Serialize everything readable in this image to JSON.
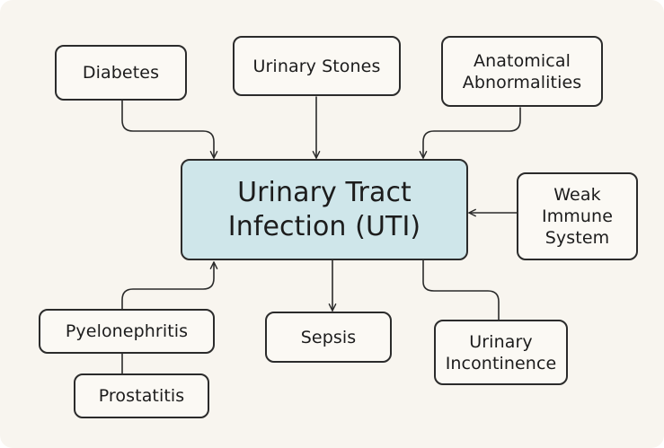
{
  "diagram": {
    "center": {
      "label": "Urinary Tract\nInfection (UTI)"
    },
    "causes": {
      "diabetes": "Diabetes",
      "urinary_stones": "Urinary Stones",
      "anatomical_abnormalities": "Anatomical\nAbnormalities",
      "weak_immune_system": "Weak\nImmune\nSystem"
    },
    "complications": {
      "pyelonephritis": "Pyelonephritis",
      "prostatitis": "Prostatitis",
      "sepsis": "Sepsis",
      "urinary_incontinence": "Urinary\nIncontinence"
    },
    "colors": {
      "background": "#f8f5ef",
      "center_fill": "#cfe6ea",
      "node_fill": "#fbf9f4",
      "stroke": "#2b2b2b"
    }
  }
}
